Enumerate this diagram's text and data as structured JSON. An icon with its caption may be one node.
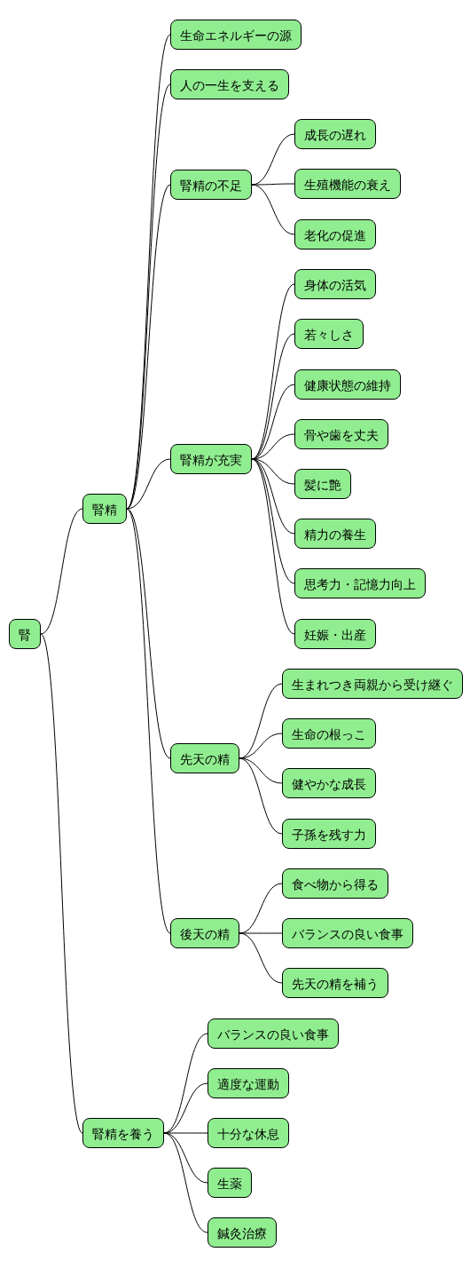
{
  "diagram": {
    "nodes": [
      {
        "text": [
          "腎"
        ]
      },
      {
        "text": [
          "腎精"
        ]
      },
      {
        "text": [
          "生命エネルギーの源"
        ]
      },
      {
        "text": [
          "人の一生を支える"
        ]
      },
      {
        "text": [
          "腎精の不足"
        ]
      },
      {
        "text": [
          "成長の遅れ"
        ]
      },
      {
        "text": [
          "生殖機能の衰え"
        ]
      },
      {
        "text": [
          "老化の促進"
        ]
      },
      {
        "text": [
          "腎精が充実"
        ]
      },
      {
        "text": [
          "身体の活気"
        ]
      },
      {
        "text": [
          "若々しさ"
        ]
      },
      {
        "text": [
          "健康状態の維持"
        ]
      },
      {
        "text": [
          "骨や歯を丈夫"
        ]
      },
      {
        "text": [
          "髪に艶"
        ]
      },
      {
        "text": [
          "精力の養生"
        ]
      },
      {
        "text": [
          "思考力・記憶力向上"
        ]
      },
      {
        "text": [
          "妊娠・出産"
        ]
      },
      {
        "text": [
          "先天の精"
        ]
      },
      {
        "text": [
          "生まれつき両親から受け継ぐ"
        ]
      },
      {
        "text": [
          "生命の根っこ"
        ]
      },
      {
        "text": [
          "健やかな成長"
        ]
      },
      {
        "text": [
          "子孫を残す力"
        ]
      },
      {
        "text": [
          "後天の精"
        ]
      },
      {
        "text": [
          "食べ物から得る"
        ]
      },
      {
        "text": [
          "バランスの良い食事"
        ]
      },
      {
        "text": [
          "先天の精を補う"
        ]
      },
      {
        "text": [
          "腎精を養う"
        ]
      },
      {
        "text": [
          "バランスの良い食事"
        ]
      },
      {
        "text": [
          "適度な運動"
        ]
      },
      {
        "text": [
          "十分な休息"
        ]
      },
      {
        "text": [
          "生薬"
        ]
      },
      {
        "text": [
          "鍼灸治療"
        ]
      }
    ],
    "edges": [
      {
        "from": 0,
        "to": 1,
        "arrow": "none"
      },
      {
        "from": 0,
        "to": 26,
        "arrow": "none"
      },
      {
        "from": 1,
        "to": 2,
        "arrow": "none"
      },
      {
        "from": 1,
        "to": 3,
        "arrow": "none"
      },
      {
        "from": 1,
        "to": 4,
        "arrow": "none"
      },
      {
        "from": 1,
        "to": 8,
        "arrow": "none"
      },
      {
        "from": 1,
        "to": 17,
        "arrow": "none"
      },
      {
        "from": 1,
        "to": 22,
        "arrow": "none"
      },
      {
        "from": 4,
        "to": 5,
        "arrow": "none"
      },
      {
        "from": 4,
        "to": 6,
        "arrow": "none"
      },
      {
        "from": 4,
        "to": 7,
        "arrow": "none"
      },
      {
        "from": 8,
        "to": 9,
        "arrow": "none"
      },
      {
        "from": 8,
        "to": 10,
        "arrow": "none"
      },
      {
        "from": 8,
        "to": 11,
        "arrow": "none"
      },
      {
        "from": 8,
        "to": 12,
        "arrow": "none"
      },
      {
        "from": 8,
        "to": 13,
        "arrow": "none"
      },
      {
        "from": 8,
        "to": 14,
        "arrow": "none"
      },
      {
        "from": 8,
        "to": 15,
        "arrow": "none"
      },
      {
        "from": 8,
        "to": 16,
        "arrow": "none"
      },
      {
        "from": 17,
        "to": 18,
        "arrow": "none"
      },
      {
        "from": 17,
        "to": 19,
        "arrow": "none"
      },
      {
        "from": 17,
        "to": 20,
        "arrow": "none"
      },
      {
        "from": 17,
        "to": 21,
        "arrow": "none"
      },
      {
        "from": 22,
        "to": 23,
        "arrow": "none"
      },
      {
        "from": 22,
        "to": 24,
        "arrow": "none"
      },
      {
        "from": 22,
        "to": 25,
        "arrow": "none"
      },
      {
        "from": 26,
        "to": 27,
        "arrow": "none"
      },
      {
        "from": 26,
        "to": 28,
        "arrow": "none"
      },
      {
        "from": 26,
        "to": 29,
        "arrow": "none"
      },
      {
        "from": 26,
        "to": 30,
        "arrow": "none"
      },
      {
        "from": 26,
        "to": 31,
        "arrow": "none"
      }
    ]
  }
}
